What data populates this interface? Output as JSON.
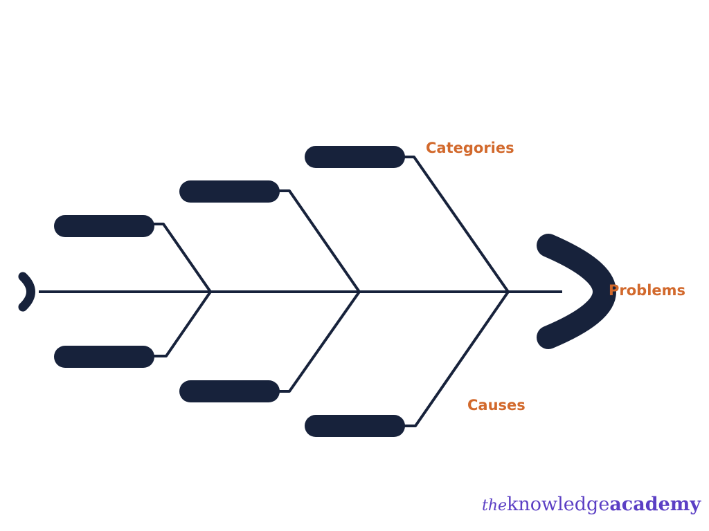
{
  "diagram": {
    "labels": {
      "categories": "Categories",
      "problems": "Problems",
      "causes": "Causes"
    },
    "colors": {
      "shape": "#17223b",
      "accent": "#d2692c",
      "brand": "#5b3fc4"
    }
  },
  "logo": {
    "the": "the",
    "knowledge": "knowledge",
    "academy": "academy"
  }
}
